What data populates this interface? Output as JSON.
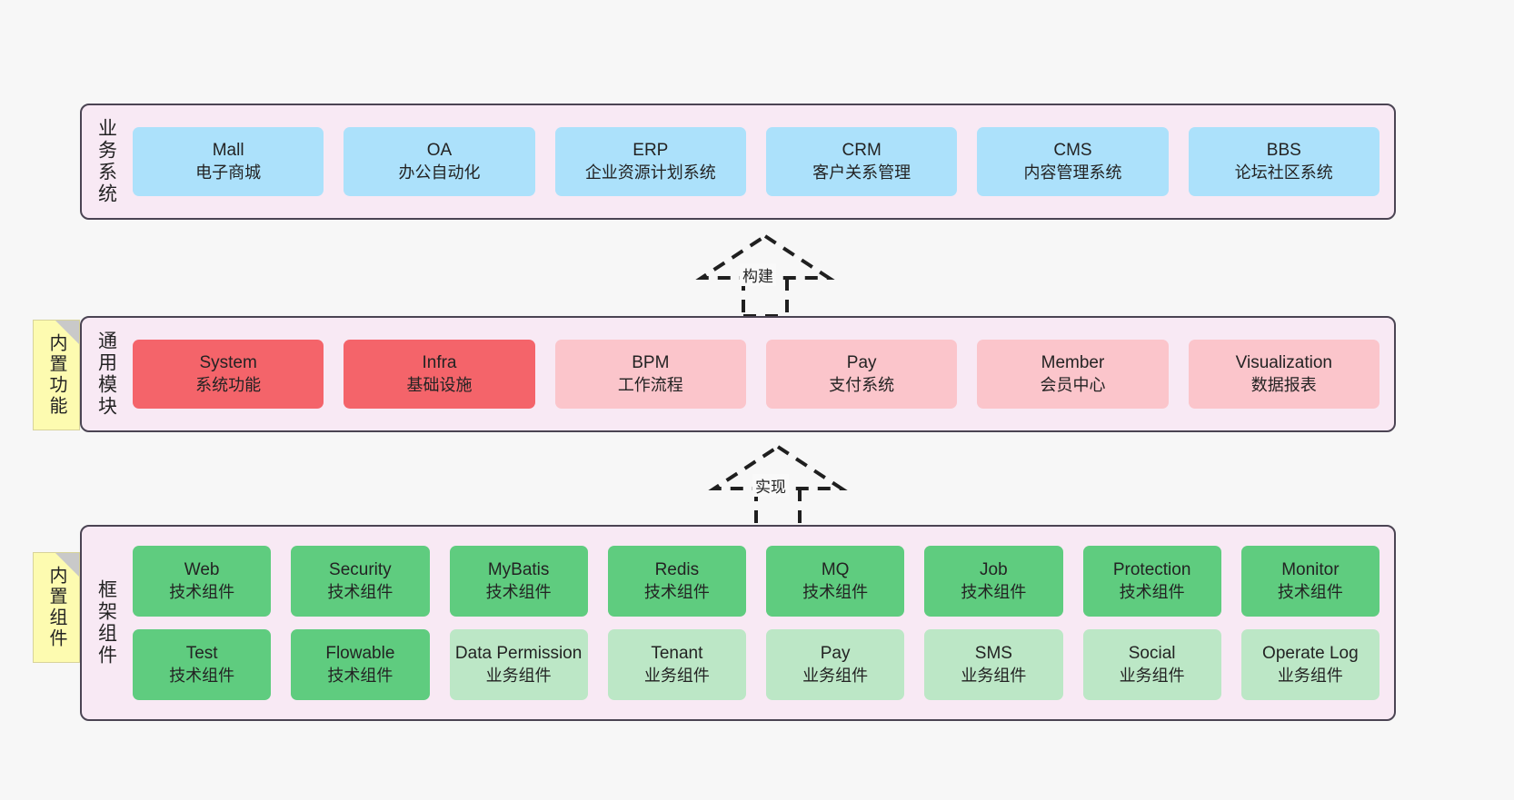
{
  "diagram": {
    "background_color": "#f7f7f7",
    "layer_fill": "#f8e9f4",
    "layer_border": "#4b4453",
    "note_fill": "#fdfbb0"
  },
  "layers": [
    {
      "id": "business",
      "title": "业务系统",
      "accent": "#ace1fb",
      "rows": [
        {
          "cells": [
            {
              "name": "Mall",
              "sub": "电子商城",
              "color": "#ace1fb"
            },
            {
              "name": "OA",
              "sub": "办公自动化",
              "color": "#ace1fb"
            },
            {
              "name": "ERP",
              "sub": "企业资源计划系统",
              "color": "#ace1fb"
            },
            {
              "name": "CRM",
              "sub": "客户关系管理",
              "color": "#ace1fb"
            },
            {
              "name": "CMS",
              "sub": "内容管理系统",
              "color": "#ace1fb"
            },
            {
              "name": "BBS",
              "sub": "论坛社区系统",
              "color": "#ace1fb"
            }
          ]
        }
      ]
    },
    {
      "id": "common",
      "title": "通用模块",
      "accent": "#f4646a",
      "note": "内置功能",
      "rows": [
        {
          "cells": [
            {
              "name": "System",
              "sub": "系统功能",
              "color": "#f4646a"
            },
            {
              "name": "Infra",
              "sub": "基础设施",
              "color": "#f4646a"
            },
            {
              "name": "BPM",
              "sub": "工作流程",
              "color": "#fbc5cb"
            },
            {
              "name": "Pay",
              "sub": "支付系统",
              "color": "#fbc5cb"
            },
            {
              "name": "Member",
              "sub": "会员中心",
              "color": "#fbc5cb"
            },
            {
              "name": "Visualization",
              "sub": "数据报表",
              "color": "#fbc5cb"
            }
          ]
        }
      ]
    },
    {
      "id": "framework",
      "title": "框架组件",
      "accent": "#5fcc7f",
      "note": "内置组件",
      "rows": [
        {
          "cells": [
            {
              "name": "Web",
              "sub": "技术组件",
              "color": "#5fcc7f"
            },
            {
              "name": "Security",
              "sub": "技术组件",
              "color": "#5fcc7f"
            },
            {
              "name": "MyBatis",
              "sub": "技术组件",
              "color": "#5fcc7f"
            },
            {
              "name": "Redis",
              "sub": "技术组件",
              "color": "#5fcc7f"
            },
            {
              "name": "MQ",
              "sub": "技术组件",
              "color": "#5fcc7f"
            },
            {
              "name": "Job",
              "sub": "技术组件",
              "color": "#5fcc7f"
            },
            {
              "name": "Protection",
              "sub": "技术组件",
              "color": "#5fcc7f"
            },
            {
              "name": "Monitor",
              "sub": "技术组件",
              "color": "#5fcc7f"
            }
          ]
        },
        {
          "cells": [
            {
              "name": "Test",
              "sub": "技术组件",
              "color": "#5fcc7f"
            },
            {
              "name": "Flowable",
              "sub": "技术组件",
              "color": "#5fcc7f"
            },
            {
              "name": "Data Permission",
              "sub": "业务组件",
              "color": "#bce7c6"
            },
            {
              "name": "Tenant",
              "sub": "业务组件",
              "color": "#bce7c6"
            },
            {
              "name": "Pay",
              "sub": "业务组件",
              "color": "#bce7c6"
            },
            {
              "name": "SMS",
              "sub": "业务组件",
              "color": "#bce7c6"
            },
            {
              "name": "Social",
              "sub": "业务组件",
              "color": "#bce7c6"
            },
            {
              "name": "Operate Log",
              "sub": "业务组件",
              "color": "#bce7c6"
            }
          ]
        }
      ]
    }
  ],
  "connectors": [
    {
      "id": "build",
      "label": "构建",
      "style": "dashed-hollow-arrow-up"
    },
    {
      "id": "impl",
      "label": "实现",
      "style": "dashed-hollow-arrow-up"
    }
  ]
}
